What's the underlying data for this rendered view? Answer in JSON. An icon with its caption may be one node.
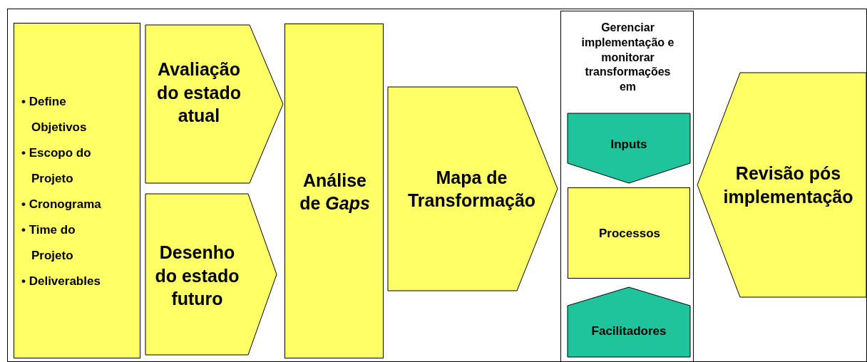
{
  "diagram": {
    "nodes": [
      {
        "text": [
          "• Define Objetivos",
          "• Escopo do Projeto",
          "• Cronograma",
          "• Time do Projeto",
          "• Deliverables"
        ]
      },
      {
        "text": [
          "Avaliação do estado atual"
        ]
      },
      {
        "text": [
          "Desenho do estado futuro"
        ]
      },
      {
        "text": [
          "Análise de *Gaps*"
        ]
      },
      {
        "text": [
          "Mapa de Transformação"
        ]
      },
      {
        "text": [
          "Gerenciar implementação e monitorar transformações em"
        ]
      },
      {
        "text": [
          "Inputs"
        ],
        "in": 5
      },
      {
        "text": [
          "Processos"
        ],
        "in": 5
      },
      {
        "text": [
          "Facilitadores"
        ],
        "in": 5
      },
      {
        "text": [
          "Revisão pós implementação"
        ]
      }
    ]
  }
}
